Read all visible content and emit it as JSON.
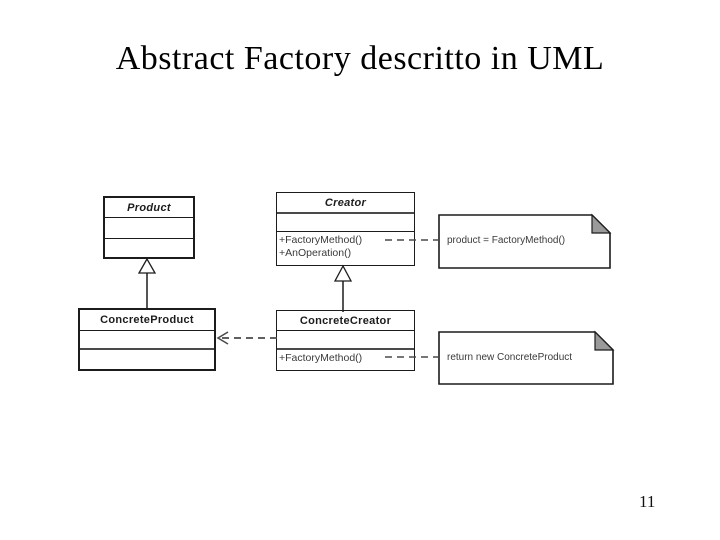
{
  "slide": {
    "title": "Abstract Factory descritto in UML",
    "page_number": "11"
  },
  "diagram": {
    "classes": {
      "product": {
        "name": "Product",
        "stereotype": "abstract",
        "methods": []
      },
      "creator": {
        "name": "Creator",
        "stereotype": "abstract",
        "methods": [
          "+FactoryMethod()",
          "+AnOperation()"
        ]
      },
      "concrete_product": {
        "name": "ConcreteProduct",
        "methods": []
      },
      "concrete_creator": {
        "name": "ConcreteCreator",
        "methods": [
          "+FactoryMethod()"
        ]
      }
    },
    "notes": {
      "creator_note": "product = FactoryMethod()",
      "concrete_creator_note": "return new ConcreteProduct"
    },
    "relations": {
      "product_generalization": "ConcreteProduct --|> Product",
      "creator_generalization": "ConcreteCreator --|> Creator",
      "create_dependency": "ConcreteCreator ..> ConcreteProduct"
    },
    "colors": {
      "line": "#1c1c1c",
      "text": "#3a3a3a",
      "note_fold": "#9a9a9a",
      "background": "#ffffff"
    }
  }
}
